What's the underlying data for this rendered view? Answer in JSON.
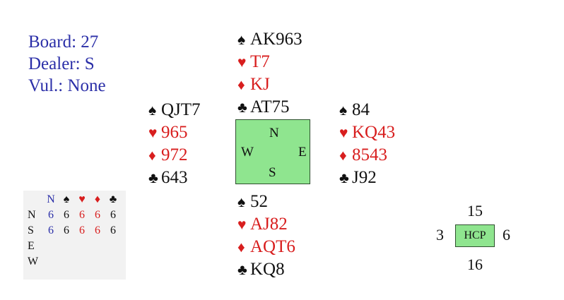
{
  "board_info": {
    "board": "Board: 27",
    "dealer": "Dealer: S",
    "vul": "Vul.: None"
  },
  "symbols": {
    "spade": "♠",
    "heart": "♥",
    "diamond": "♦",
    "club": "♣"
  },
  "colors": {
    "red": "#d81e1e",
    "blue": "#2b2fa8",
    "green": "#8fe58f"
  },
  "hands": {
    "north": {
      "spades": "AK963",
      "hearts": "T7",
      "diamonds": "KJ",
      "clubs": "AT75"
    },
    "west": {
      "spades": "QJT7",
      "hearts": "965",
      "diamonds": "972",
      "clubs": "643"
    },
    "east": {
      "spades": "84",
      "hearts": "KQ43",
      "diamonds": "8543",
      "clubs": "J92"
    },
    "south": {
      "spades": "52",
      "hearts": "AJ82",
      "diamonds": "AQT6",
      "clubs": "KQ8"
    }
  },
  "compass": {
    "n": "N",
    "w": "W",
    "e": "E",
    "s": "S"
  },
  "trick_table": {
    "header": {
      "corner": "N"
    },
    "rows": [
      {
        "label": "N",
        "nt": "6",
        "spades": "6",
        "hearts": "6",
        "diamonds": "6",
        "clubs": "6"
      },
      {
        "label": "S",
        "nt": "6",
        "spades": "6",
        "hearts": "6",
        "diamonds": "6",
        "clubs": "6"
      },
      {
        "label": "E",
        "nt": "",
        "spades": "",
        "hearts": "",
        "diamonds": "",
        "clubs": ""
      },
      {
        "label": "W",
        "nt": "",
        "spades": "",
        "hearts": "",
        "diamonds": "",
        "clubs": ""
      }
    ]
  },
  "hcp": {
    "label": "HCP",
    "north": "15",
    "west": "3",
    "east": "6",
    "south": "16"
  }
}
